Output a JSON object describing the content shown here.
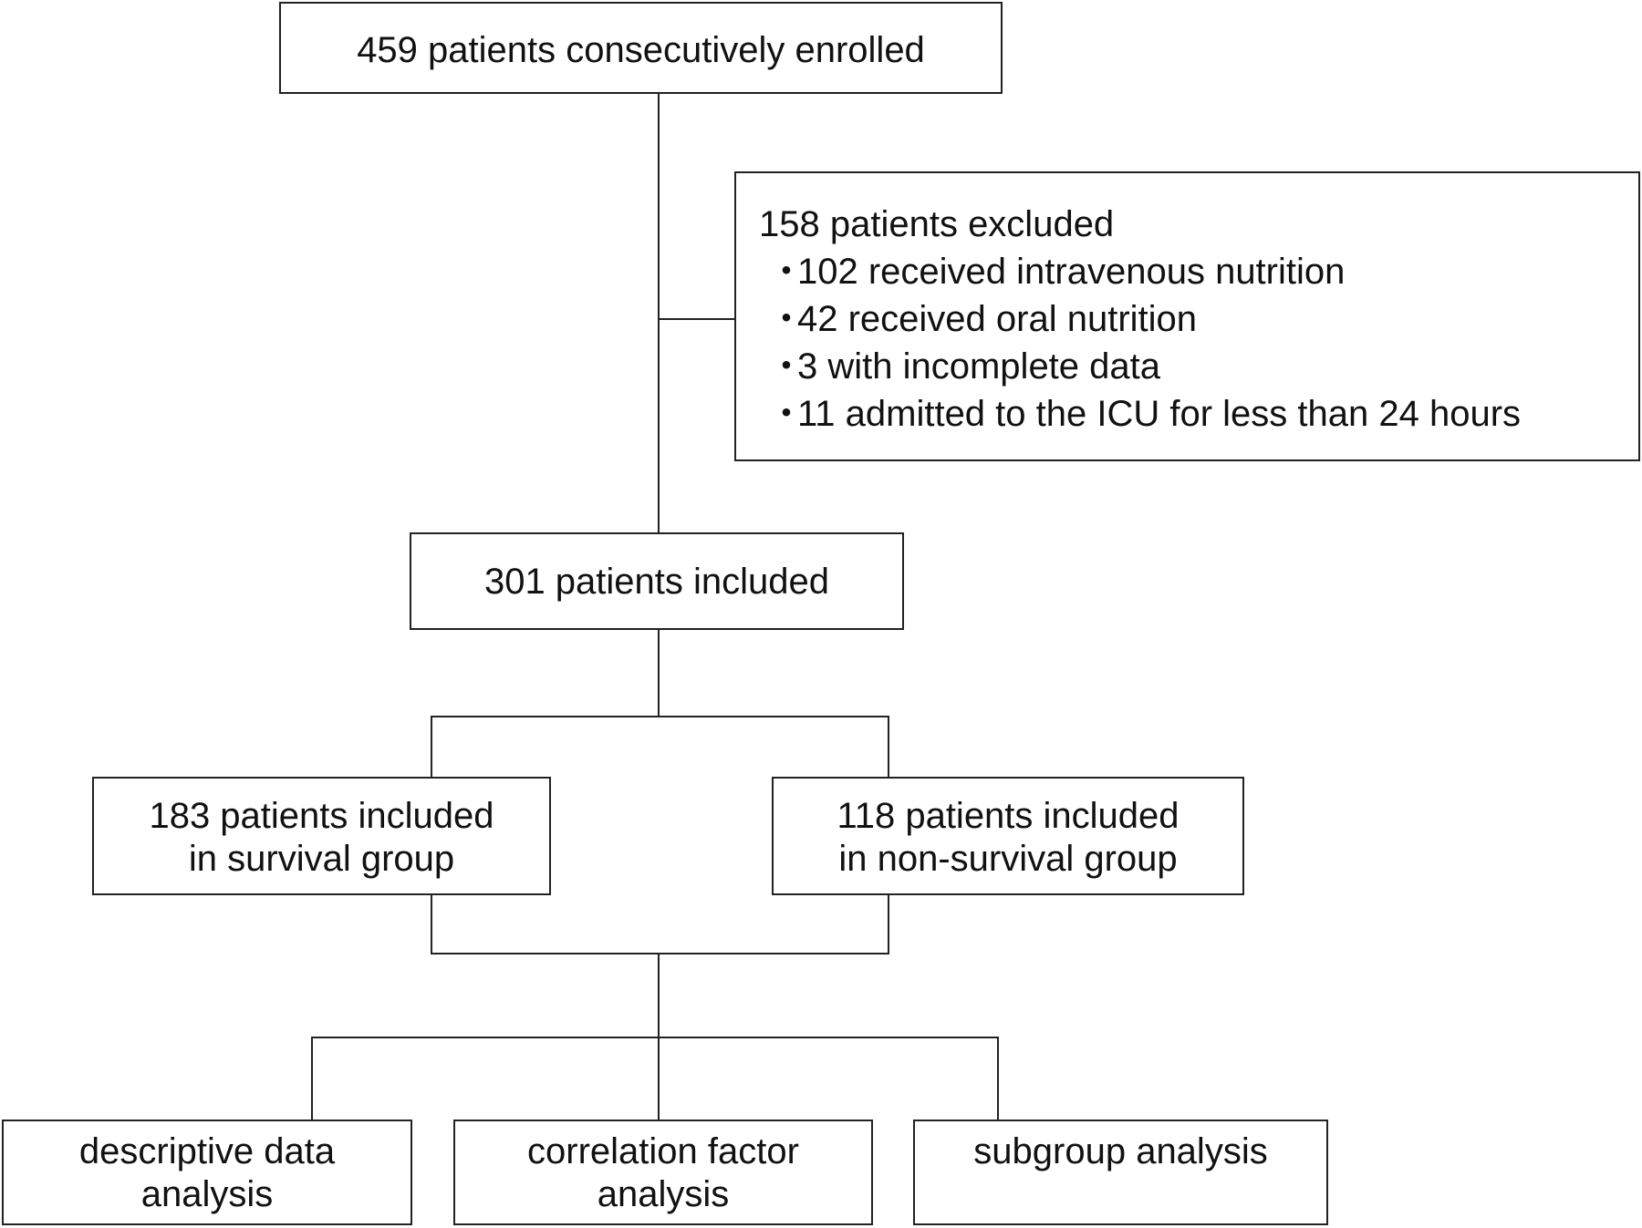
{
  "flowchart": {
    "enrolled": {
      "text": "459 patients consecutively enrolled"
    },
    "excluded": {
      "title": "158 patients excluded",
      "reasons": [
        "102 received intravenous nutrition",
        "42 received oral nutrition",
        "3 with incomplete data",
        "11 admitted to the ICU for less than 24 hours"
      ]
    },
    "included": {
      "text": "301 patients included"
    },
    "survival": {
      "lines": [
        "183 patients included",
        "in survival group"
      ]
    },
    "nonsurvival": {
      "lines": [
        "118 patients included",
        "in non-survival group"
      ]
    },
    "analyses": {
      "descriptive": {
        "lines": [
          "descriptive data",
          "analysis"
        ]
      },
      "correlation": {
        "lines": [
          "correlation factor",
          "analysis"
        ]
      },
      "subgroup": {
        "lines": [
          "subgroup analysis"
        ]
      }
    }
  }
}
